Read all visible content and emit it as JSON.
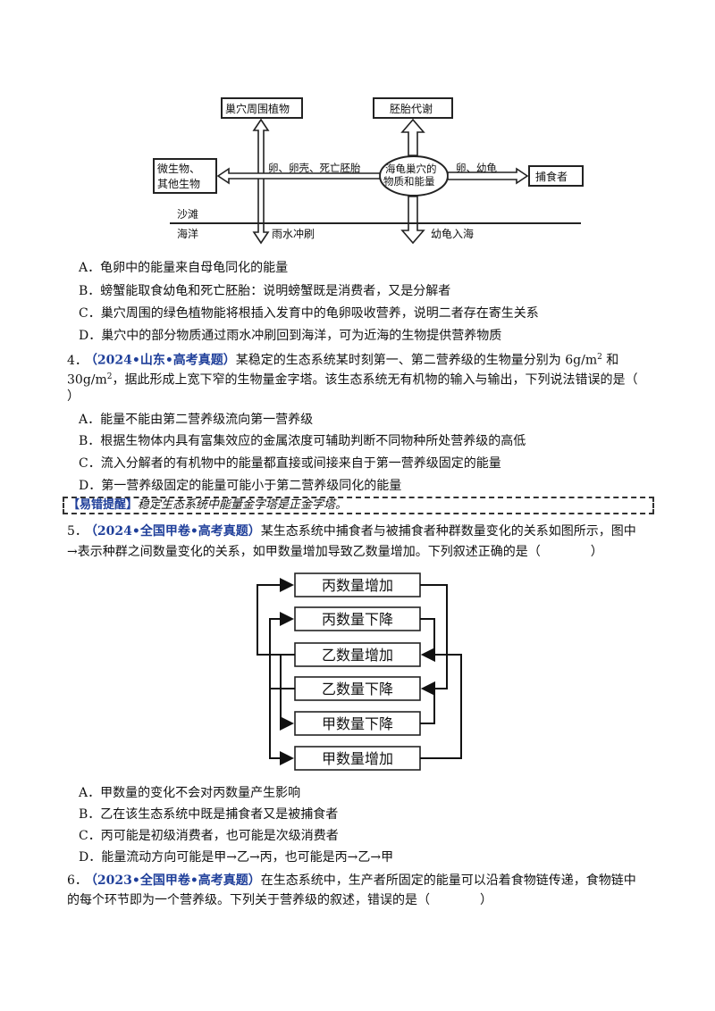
{
  "figure1": {
    "box_plants": "巢穴周围植物",
    "box_embryo": "胚胎代谢",
    "box_microbe_line1": "微生物、",
    "box_microbe_line2": "其他生物",
    "label_eggs": "卵、卵壳、死亡胚胎",
    "oval_line1": "海龟巢穴的",
    "oval_line2": "物质和能量",
    "label_hatch": "卵、幼龟",
    "box_predator": "捕食者",
    "label_beach": "沙滩",
    "label_ocean": "海洋",
    "label_rain": "雨水冲刷",
    "label_juvenile": "幼龟入海"
  },
  "q3_options": [
    "A．龟卵中的能量来自母龟同化的能量",
    "B．螃蟹能取食幼龟和死亡胚胎：说明螃蟹既是消费者，又是分解者",
    "C．巢穴周围的绿色植物能将根插入发育中的龟卵吸收营养，说明二者存在寄生关系",
    "D．巢穴中的部分物质通过雨水冲刷回到海洋，可为近海的生物提供营养物质"
  ],
  "q4": {
    "num": "4．",
    "source": "（2024•山东•高考真题）",
    "line1_text": "某稳定的生态系统某时刻第一、第二营养级的生物量分别为 6g/m",
    "sup1": "2",
    "and": " 和",
    "line2_a": "30g/m",
    "sup2": "2",
    "line2_b": "，据此形成上宽下窄的生物量金字塔。该生态系统无有机物的输入与输出，下列说法错误的是（",
    "line3": "）",
    "options": [
      "A．能量不能由第二营养级流向第一营养级",
      "B．根据生物体内具有富集效应的金属浓度可辅助判断不同物种所处营养级的高低",
      "C．流入分解者的有机物中的能量都直接或间接来自于第一营养级固定的能量",
      "D．第一营养级固定的能量可能小于第二营养级同化的能量"
    ]
  },
  "tip": {
    "label": "【易错提醒】",
    "text": "稳定生态系统中能量金字塔是正金字塔。"
  },
  "q5": {
    "num": "5．",
    "source": "（2024•全国甲卷•高考真题）",
    "line1_text": "某生态系统中捕食者与被捕食者种群数量变化的关系如图所示，图中",
    "line2": "→表示种群之间数量变化的关系，如甲数量增加导致乙数量增加。下列叙述正确的是（　　　　）",
    "boxes": [
      "丙数量增加",
      "丙数量下降",
      "乙数量增加",
      "乙数量下降",
      "甲数量下降",
      "甲数量增加"
    ],
    "options": [
      "A．甲数量的变化不会对丙数量产生影响",
      "B．乙在该生态系统中既是捕食者又是被捕食者",
      "C．丙可能是初级消费者，也可能是次级消费者",
      "D．能量流动方向可能是甲→乙→丙，也可能是丙→乙→甲"
    ]
  },
  "q6": {
    "num": "6．",
    "source": "（2023•全国甲卷•高考真题）",
    "line1_text": "在生态系统中，生产者所固定的能量可以沿着食物链传递，食物链中",
    "line2": "的每个环节即为一个营养级。下列关于营养级的叙述，错误的是（　　　　）"
  }
}
